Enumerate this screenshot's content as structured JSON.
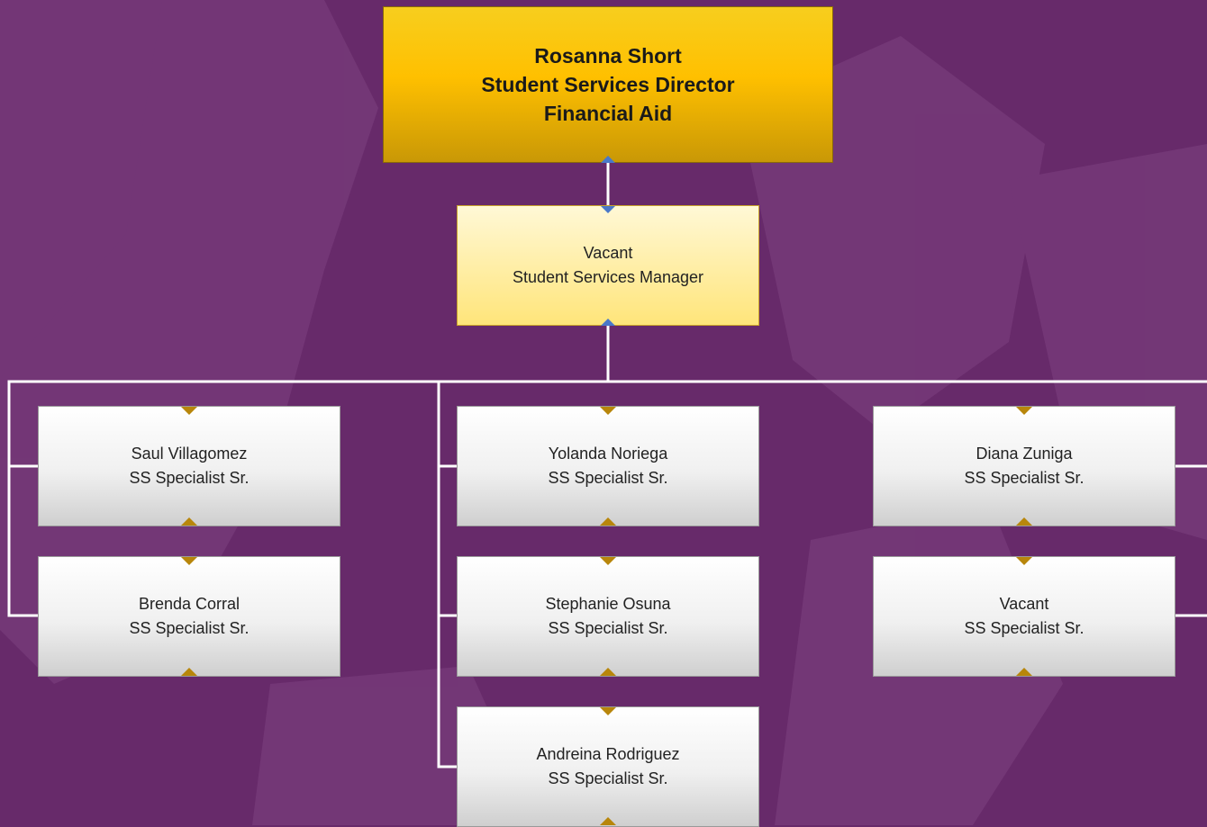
{
  "director": {
    "name": "Rosanna Short",
    "title": "Student Services Director",
    "department": "Financial Aid"
  },
  "manager": {
    "name": "Vacant",
    "title": "Student Services Manager"
  },
  "staff": [
    {
      "name": "Saul Villagomez",
      "title": "SS Specialist Sr."
    },
    {
      "name": "Brenda Corral",
      "title": "SS Specialist Sr."
    },
    {
      "name": "Yolanda Noriega",
      "title": "SS Specialist Sr."
    },
    {
      "name": "Stephanie Osuna",
      "title": "SS Specialist Sr."
    },
    {
      "name": "Andreina Rodriguez",
      "title": "SS Specialist Sr."
    },
    {
      "name": "Diana Zuniga",
      "title": "SS Specialist Sr."
    },
    {
      "name": "Vacant",
      "title": "SS Specialist Sr."
    }
  ],
  "colors": {
    "background": "#672a6a",
    "director_box": "#ffc000",
    "manager_box": "#ffe57a",
    "specialist_box": "#f0f0f0",
    "connector": "#ffffff",
    "connector_marker": "#b8860b"
  }
}
